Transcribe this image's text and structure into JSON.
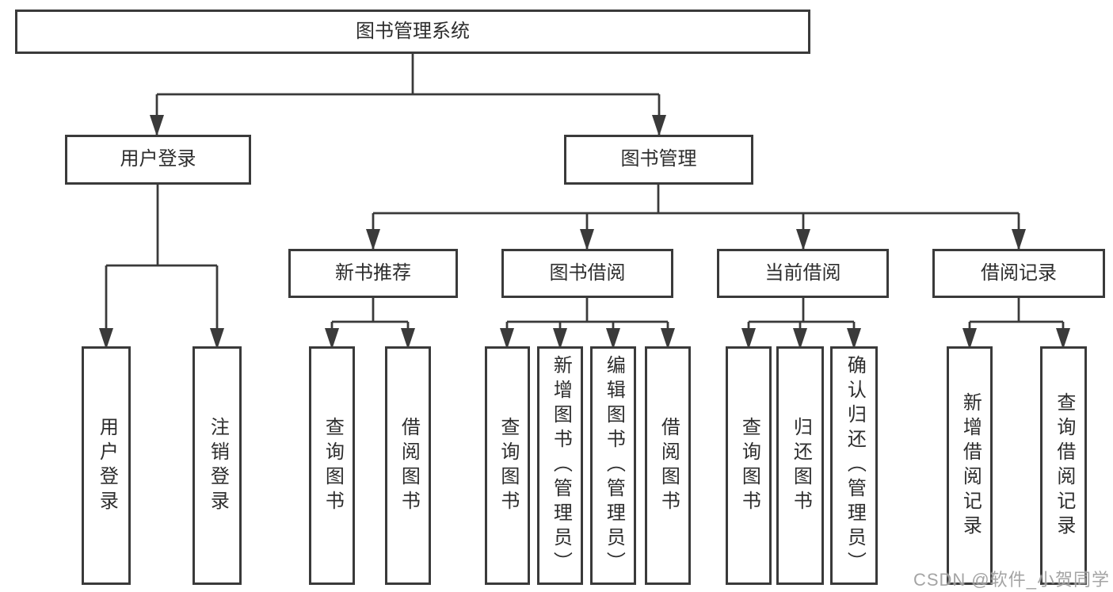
{
  "diagram": {
    "type": "hierarchy-tree",
    "line_color": "#3a3a3a",
    "text_color": "#2d2d2d",
    "background_color": "#ffffff"
  },
  "tree": {
    "root": {
      "label": "图书管理系统"
    },
    "branches": [
      {
        "label": "用户登录",
        "children": [
          {
            "label": "用户登录"
          },
          {
            "label": "注销登录"
          }
        ]
      },
      {
        "label": "图书管理",
        "children": [
          {
            "label": "新书推荐",
            "children": [
              {
                "label": "查询图书"
              },
              {
                "label": "借阅图书"
              }
            ]
          },
          {
            "label": "图书借阅",
            "children": [
              {
                "label": "查询图书"
              },
              {
                "label": "新增图书（管理员）"
              },
              {
                "label": "编辑图书（管理员）"
              },
              {
                "label": "借阅图书"
              }
            ]
          },
          {
            "label": "当前借阅",
            "children": [
              {
                "label": "查询图书"
              },
              {
                "label": "归还图书"
              },
              {
                "label": "确认归还（管理员）"
              }
            ]
          },
          {
            "label": "借阅记录",
            "children": [
              {
                "label": "新增借阅记录"
              },
              {
                "label": "查询借阅记录"
              }
            ]
          }
        ]
      }
    ]
  },
  "watermark": {
    "text": "CSDN @软件_小贺同学"
  }
}
